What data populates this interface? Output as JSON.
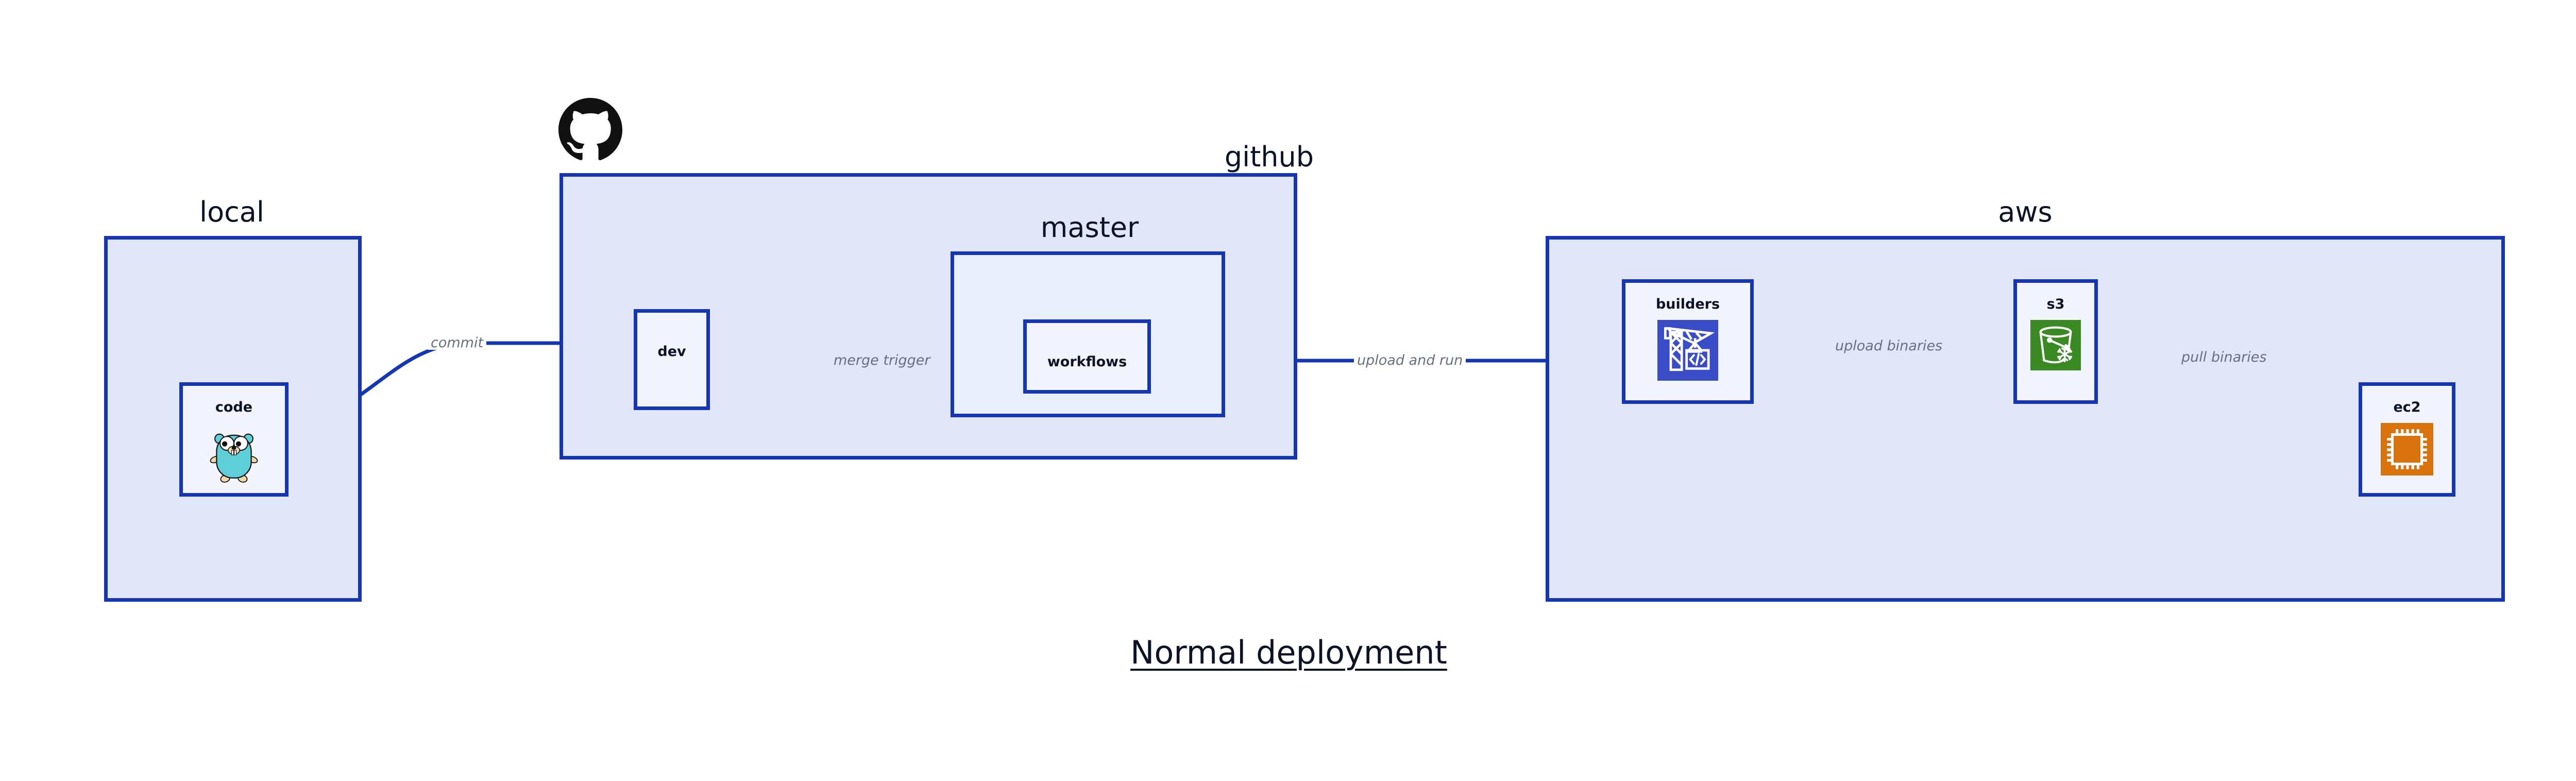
{
  "title": {
    "text": "Normal deployment"
  },
  "groups": [
    {
      "id": "local",
      "label": "local",
      "label_align": "center"
    },
    {
      "id": "github",
      "label": "github",
      "label_align": "right",
      "logo": "github-octocat-icon"
    },
    {
      "id": "master",
      "label": "master",
      "label_align": "center"
    },
    {
      "id": "aws",
      "label": "aws",
      "label_align": "center"
    }
  ],
  "nodes": [
    {
      "id": "code",
      "label": "code",
      "icon": "go-gopher-icon"
    },
    {
      "id": "dev",
      "label": "dev",
      "icon": null
    },
    {
      "id": "workflows",
      "label": "workflows",
      "icon": null
    },
    {
      "id": "builders",
      "label": "builders",
      "icon": "aws-builders-crane-icon"
    },
    {
      "id": "s3",
      "label": "s3",
      "icon": "aws-s3-bucket-icon"
    },
    {
      "id": "ec2",
      "label": "ec2",
      "icon": "aws-ec2-chip-icon"
    }
  ],
  "edges": [
    {
      "id": "code-to-dev",
      "label": "commit",
      "from": "code",
      "to": "dev"
    },
    {
      "id": "dev-to-workflows",
      "label": "merge trigger",
      "from": "dev",
      "to": "workflows"
    },
    {
      "id": "workflows-to-builders",
      "label": "upload and run",
      "from": "workflows",
      "to": "builders"
    },
    {
      "id": "builders-to-s3",
      "label": "upload binaries",
      "from": "builders",
      "to": "s3"
    },
    {
      "id": "s3-to-ec2",
      "label": "pull binaries",
      "from": "s3",
      "to": "ec2"
    }
  ],
  "colors": {
    "group_fill": "#e1e7f9",
    "subgroup_fill": "#e9eefc",
    "node_fill": "#f2f5fe",
    "stroke": "#1435b5",
    "text": "#0d1326",
    "edge_label": "#67707f",
    "builders_icon": "#3b4cc8",
    "s3_icon": "#3a8a24",
    "ec2_icon": "#d8720d",
    "gopher_body": "#5ecfd8",
    "background": "#ffffff"
  }
}
